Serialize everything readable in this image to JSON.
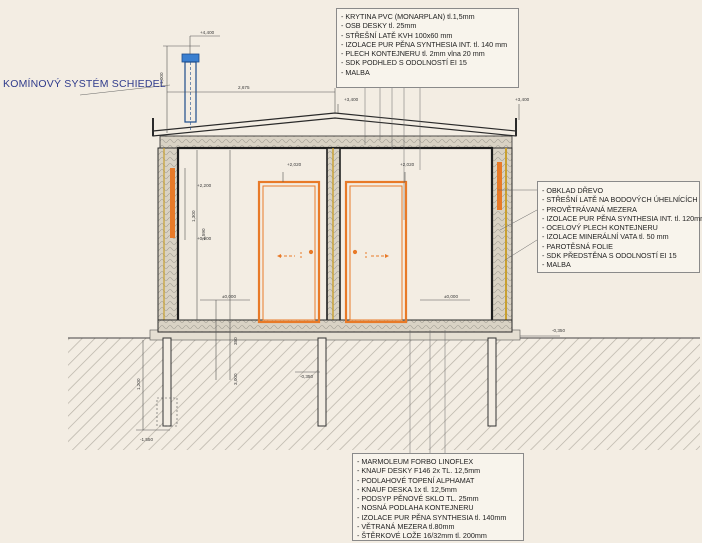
{
  "title_chimney": "KOMÍNOVÝ SYSTÉM SCHIEDEL",
  "legend_roof": [
    "KRYTINA PVC (MONARPLAN) tl.1,5mm",
    "OSB DESKY tl. 25mm",
    "STŘEŠNÍ LATĚ KVH 100x60 mm",
    "IZOLACE PUR PĚNA SYNTHESIA INT. tl. 140 mm",
    "PLECH KONTEJNERU tl. 2mm vlna 20 mm",
    "SDK PODHLED S ODOLNOSTÍ EI 15",
    "MALBA"
  ],
  "legend_wall": [
    "OBKLAD DŘEVO",
    "STŘEŠNÍ LATĚ NA BODOVÝCH ÚHELNÍCÍCH",
    "PROVĚTRÁVANÁ MEZERA",
    "IZOLACE PUR PĚNA SYNTHESIA INT. tl. 120mm",
    "OCELOVÝ PLECH KONTEJNERU",
    "IZOLACE MINERÁLNÍ VATA tl. 50 mm",
    "PAROTĚSNÁ FOLIE",
    "SDK PŘEDSTĚNA S ODOLNOSTÍ EI 15",
    "MALBA"
  ],
  "legend_floor": [
    "MARMOLEUM FORBO LINOFLEX",
    "KNAUF DESKY F146 2x TL. 12,5mm",
    "PODLAHOVÉ TOPENÍ ALPHAMAT",
    "KNAUF DESKA 1x tl. 12,5mm",
    "PODSYP PĚNOVÉ SKLO TL. 25mm",
    "NOSNÁ PODLAHA KONTEJNERU",
    "IZOLACE PUR PĚNA SYNTHESIA tl. 140mm",
    "VĚTRANÁ MEZERA tl.80mm",
    "ŠTĚRKOVÉ LOŽE 16/32mm tl. 200mm"
  ],
  "level_marks": {
    "chimney_top": "+4,400",
    "roof_left": "+3,400",
    "roof_right": "+3,400",
    "door_left": "+2,020",
    "door_right": "+2,020",
    "floor_left": "±0,000",
    "floor_right": "±0,000",
    "window_top": "+2,200",
    "window_bottom": "+0,900",
    "ground_right": "-0,350",
    "ground_left": "-0,350",
    "footing": "-1,550"
  },
  "dims": {
    "chimney_height": "1,000",
    "chimney_offset": "2,675",
    "room_height": "2,590",
    "window_height": "1,300",
    "wall_total": "3,000",
    "wall_base": "350",
    "foundation": "1,200"
  },
  "colors": {
    "background": "#f3ede3",
    "line": "#2a2a2a",
    "door": "#e87a28",
    "chimney": "#3a7fd0",
    "dimension": "#4a4a4a"
  }
}
